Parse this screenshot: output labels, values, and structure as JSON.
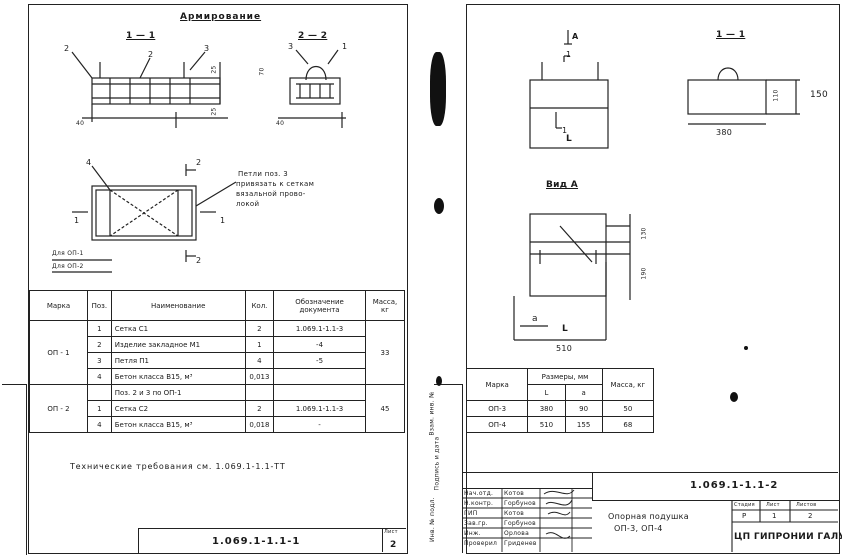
{
  "left_sheet": {
    "section_title": "Армирование",
    "view_1_label": "1 — 1",
    "view_2_label": "2 — 2",
    "callouts": {
      "c1": "1",
      "c2": "2",
      "c3": "3",
      "c4": "4",
      "c2b": "2",
      "c3b": "3"
    },
    "dims": {
      "d25a": "25",
      "d25b": "25",
      "d40a": "40",
      "d70": "70",
      "d40b": "40"
    },
    "plan_cut_labels": {
      "cut1": "1",
      "cut1b": "1",
      "cut2": "2",
      "cut2b": "2"
    },
    "plan_note": [
      "Петли поз. 3",
      "привязать к сеткам",
      "вязальной прово-",
      "локой"
    ],
    "small_notes": [
      "Для ОП-1",
      "Для ОП-2"
    ],
    "spec_table": {
      "headers": [
        "Марка",
        "Поз.",
        "Наименование",
        "Кол.",
        "Обозначение документа",
        "Масса, кг"
      ],
      "groups": [
        {
          "mark": "ОП - 1",
          "mass": "33",
          "rows": [
            {
              "pos": "1",
              "name": "Сетка С1",
              "qty": "2",
              "doc": "1.069.1-1.1-3"
            },
            {
              "pos": "2",
              "name": "Изделие закладное М1",
              "qty": "1",
              "doc": "-4"
            },
            {
              "pos": "3",
              "name": "Петля П1",
              "qty": "4",
              "doc": "-5"
            },
            {
              "pos": "4",
              "name": "Бетон класса В15, м³",
              "qty": "0,013",
              "doc": ""
            }
          ]
        },
        {
          "mark": "ОП - 2",
          "mass": "45",
          "rows": [
            {
              "pos": "",
              "name": "Поз. 2 и 3 по ОП-1",
              "qty": "",
              "doc": ""
            },
            {
              "pos": "1",
              "name": "Сетка С2",
              "qty": "2",
              "doc": "1.069.1-1.1-3"
            },
            {
              "pos": "4",
              "name": "Бетон класса В15, м³",
              "qty": "0,018",
              "doc": "-"
            }
          ]
        }
      ]
    },
    "tech_requirements": "Технические требования см. 1.069.1-1.1-ТТ",
    "stamp_code": "1.069.1-1.1-1",
    "sheet_label": "Лист",
    "sheet_no": "2"
  },
  "right_sheet": {
    "view_A_arrow": "А",
    "section_label": "1 — 1",
    "cut_labels": {
      "cut1": "1",
      "cut1b": "1"
    },
    "dim_L": "L",
    "dim_150": "150",
    "dim_110": "110",
    "dim_380": "380",
    "view_label": "Вид А",
    "viewA_dims": {
      "d130": "130",
      "d190": "190",
      "d_a": "а",
      "d510": "510",
      "dL": "L"
    },
    "table": {
      "header_mark": "Марка",
      "header_sizes": "Размеры, мм",
      "header_L": "L",
      "header_a": "а",
      "header_mass": "Масса, кг",
      "rows": [
        {
          "mark": "ОП-3",
          "L": "380",
          "a": "90",
          "mass": "50"
        },
        {
          "mark": "ОП-4",
          "L": "510",
          "a": "155",
          "mass": "68"
        }
      ]
    },
    "stamp": {
      "code": "1.069.1-1.1-2",
      "title_line1": "Опорная подушка",
      "title_line2": "ОП-3, ОП-4",
      "roles": [
        "Нач.отд.",
        "Н.контр.",
        "ГИП",
        "Зав.гр.",
        "Инж.",
        "Проверил"
      ],
      "names": [
        "Котов",
        "Горбунов",
        "Котов",
        "Горбунов",
        "Орлова",
        "Гриденев"
      ],
      "col_stage": "Стадия",
      "col_sheet": "Лист",
      "col_sheets": "Листов",
      "stage": "Р",
      "sheet": "1",
      "sheets": "2",
      "org": "ЦП ГИПРОНИИ ГАЛУ"
    },
    "margin_labels": [
      "Взам. инв. №",
      "Подпись и дата",
      "Инв. № подл."
    ]
  }
}
